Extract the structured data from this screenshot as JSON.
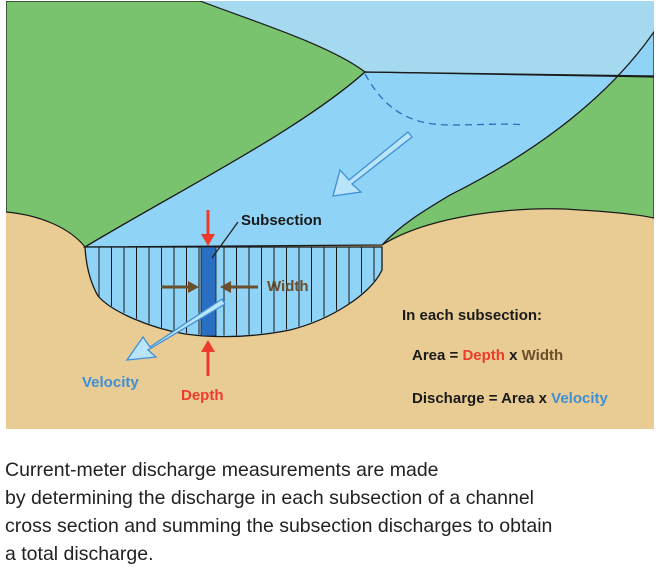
{
  "diagram": {
    "labels": {
      "subsection": "Subsection",
      "width": "Width",
      "velocity": "Velocity",
      "depth": "Depth"
    },
    "formula": {
      "heading": "In each subsection:",
      "area": {
        "lhs": "Area",
        "eq": " = ",
        "term1": "Depth",
        "op": " x ",
        "term2": "Width"
      },
      "discharge": {
        "lhs": "Discharge",
        "eq": " = ",
        "term1": "Area",
        "op": " x ",
        "term2": "Velocity"
      }
    },
    "colors": {
      "sky": "#a5d9f0",
      "hills": "#79c26e",
      "ground": "#e9cc94",
      "water": "#8fd3f6",
      "subsection": "#2a6fc1",
      "red": "#ec3b2c",
      "blue": "#3f8fd6",
      "brown": "#6b4e2a",
      "outline": "#1a1a1a"
    }
  },
  "caption": {
    "lines": [
      "Current-meter discharge measurements are made",
      "by determining the discharge in each subsection of a channel",
      "cross section and summing the subsection discharges to obtain",
      "a total discharge."
    ]
  }
}
